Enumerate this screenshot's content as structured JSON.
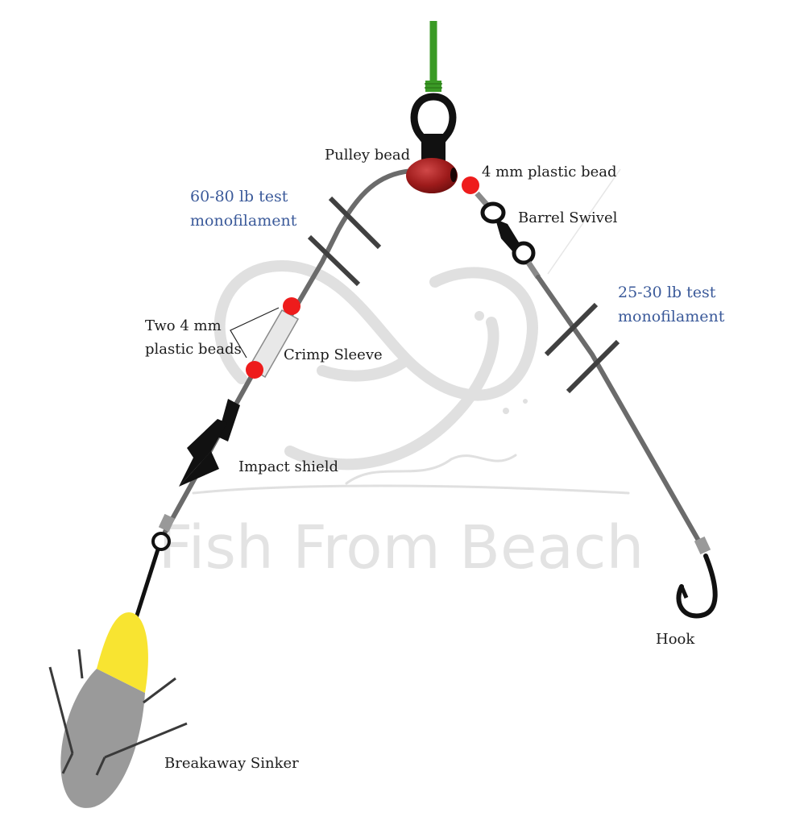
{
  "watermark": {
    "text": "Fish From Beach"
  },
  "labels": {
    "pulley_bead": "Pulley bead",
    "plastic_bead_4mm": "4 mm plastic bead",
    "barrel_swivel": "Barrel Swivel",
    "mono_heavy_line1": "60-80 lb test",
    "mono_heavy_line2": "monofilament",
    "mono_light_line1": "25-30 lb test",
    "mono_light_line2": "monofilament",
    "two_beads_line1": "Two 4 mm",
    "two_beads_line2": "plastic beads",
    "crimp_sleeve": "Crimp Sleeve",
    "impact_shield": "Impact shield",
    "hook": "Hook",
    "breakaway_sinker": "Breakaway Sinker"
  },
  "colors": {
    "main_line": "#3a9a25",
    "rig_line": "#6b6b6b",
    "bead_red": "#ee1c1c",
    "pulley_bead": "#9e1b1b",
    "sinker_body": "#9a9a9a",
    "sinker_nose": "#f8e431",
    "label_blue": "#3b5a9a",
    "watermark": "#e3e3e3"
  }
}
